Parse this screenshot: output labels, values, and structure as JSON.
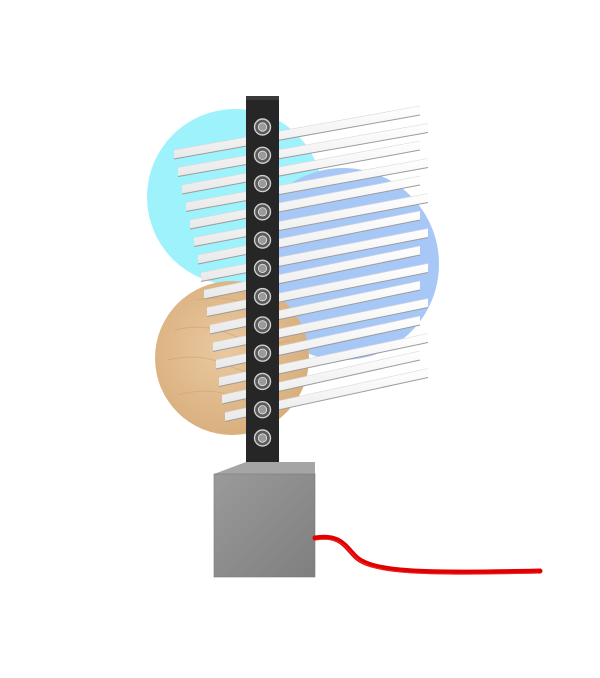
{
  "scene": {
    "led_count": 12,
    "louver_count": 16,
    "colors": {
      "background": "#ffffff",
      "cyan_disc": "#9ef2fb",
      "blue_disc": "#a7c8f7",
      "wood_disc": "#e3bf92",
      "column": "#2a2a2a",
      "led_ring": "#cfcfcf",
      "concrete_base": "#8f8f8f",
      "cable": "#e00000"
    },
    "icons": {
      "lamp": "lamp-illustration",
      "led": "led-lens"
    }
  }
}
